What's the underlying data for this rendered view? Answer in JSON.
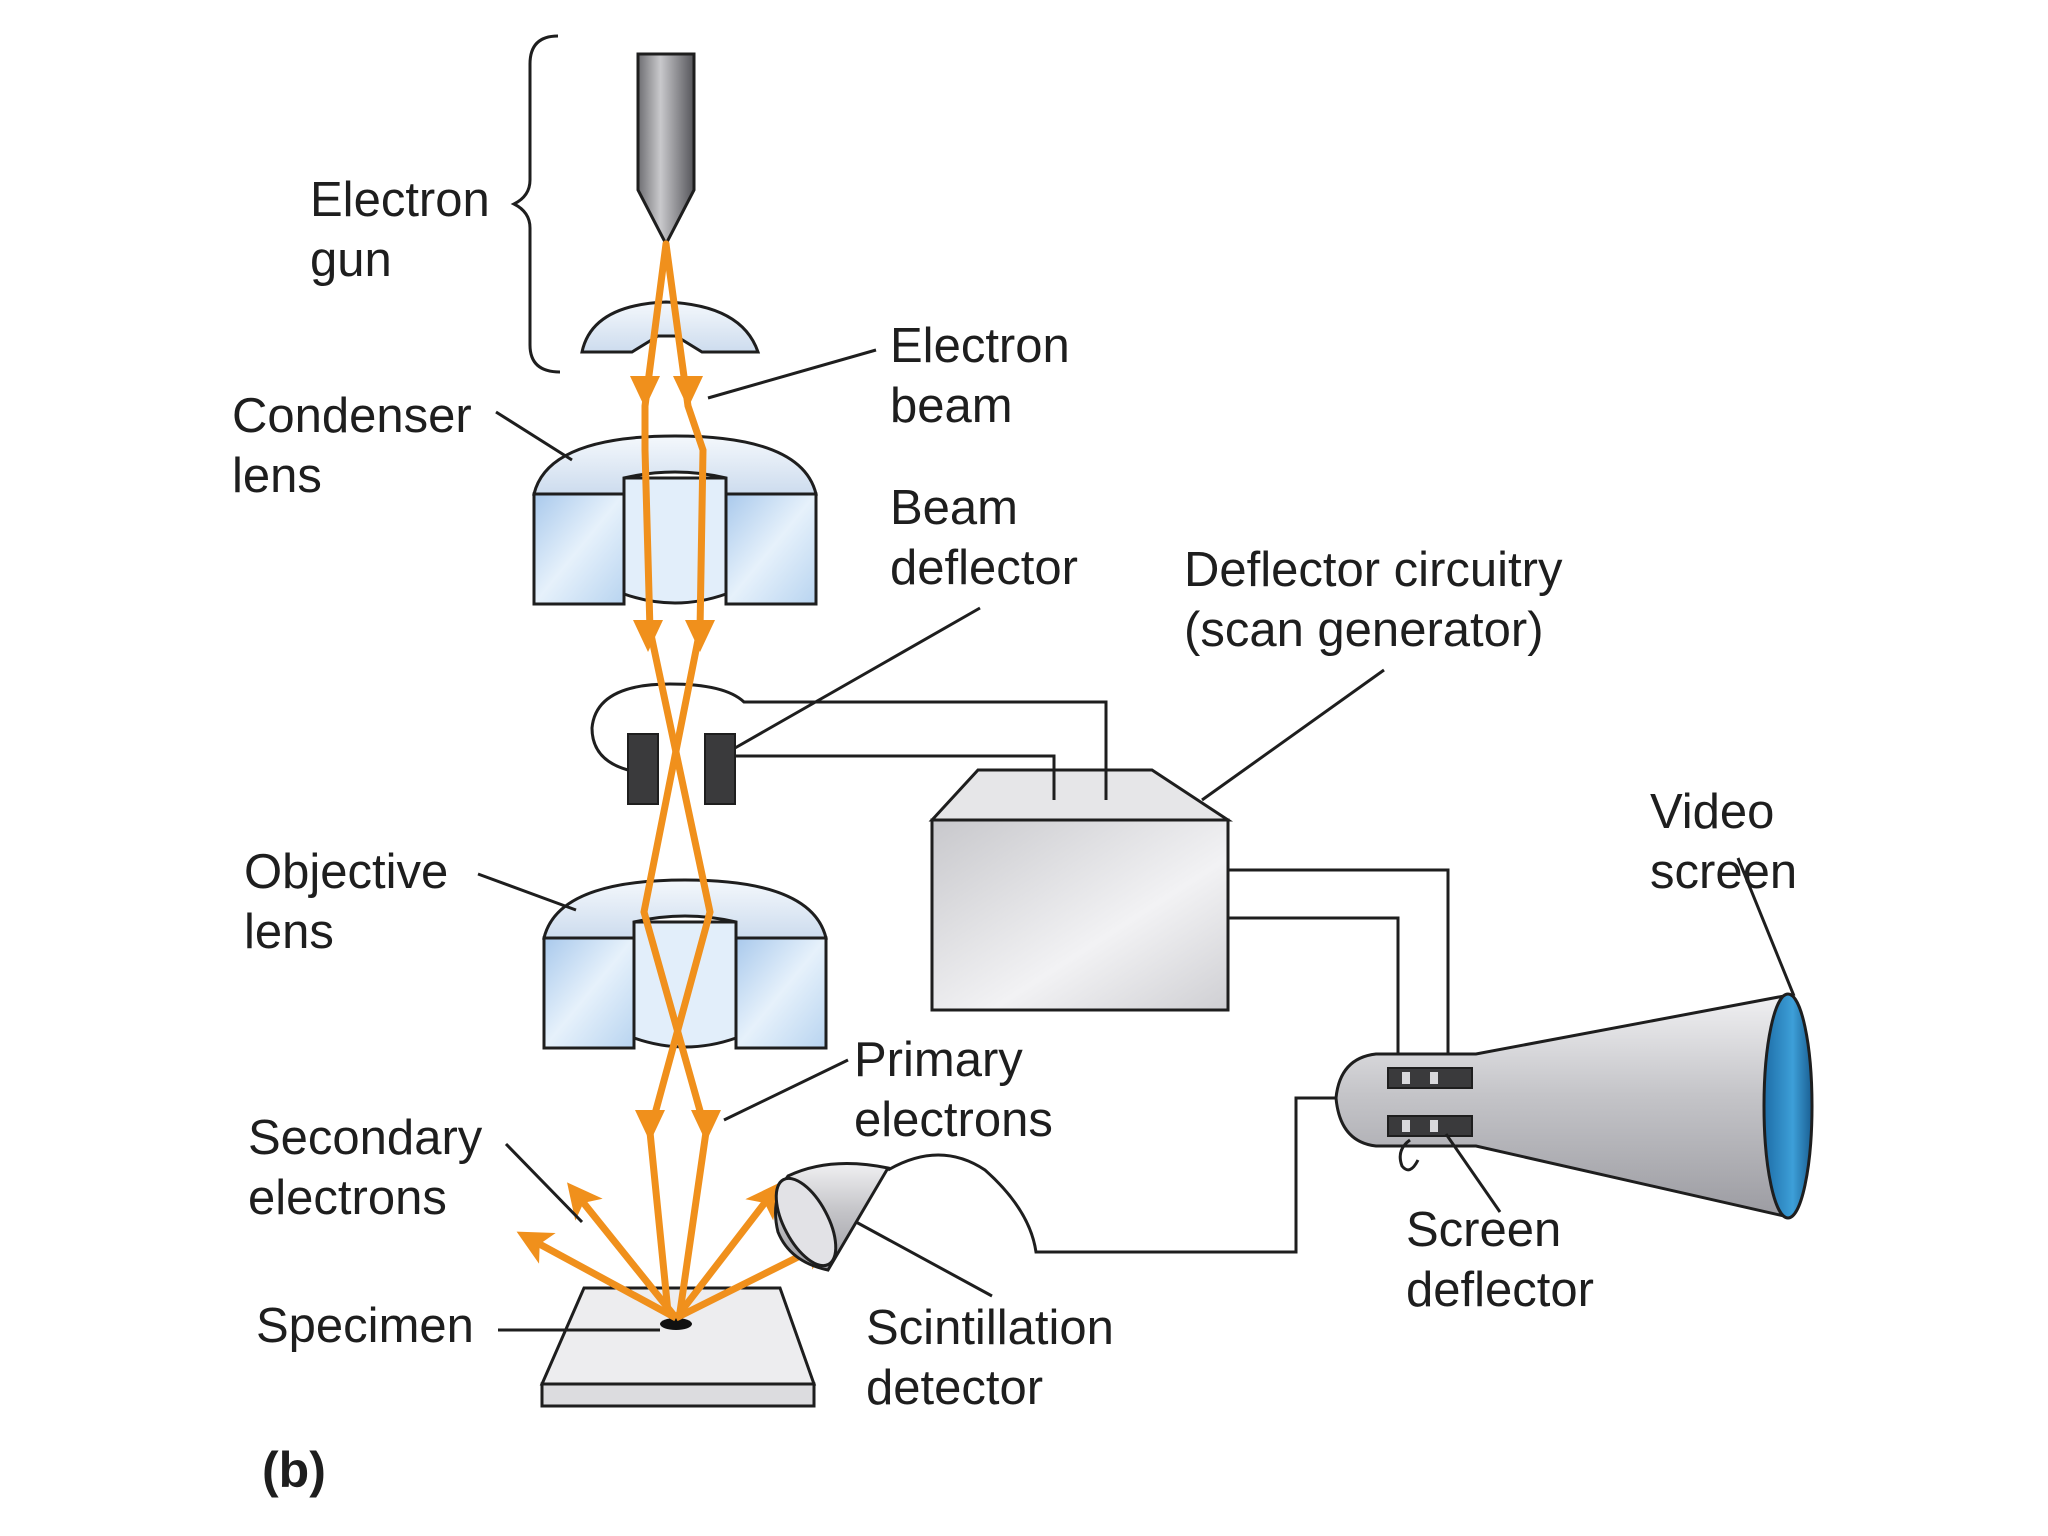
{
  "labels": {
    "electron_gun": [
      "Electron",
      "gun"
    ],
    "electron_beam": [
      "Electron",
      "beam"
    ],
    "condenser_lens": [
      "Condenser",
      "lens"
    ],
    "beam_deflector": [
      "Beam",
      "deflector"
    ],
    "deflector_circuitry": [
      "Deflector circuitry",
      "(scan generator)"
    ],
    "objective_lens": [
      "Objective",
      "lens"
    ],
    "video_screen": [
      "Video",
      "screen"
    ],
    "primary_electrons": [
      "Primary",
      "electrons"
    ],
    "secondary_electrons": [
      "Secondary",
      "electrons"
    ],
    "specimen": "Specimen",
    "scintillation_detector": [
      "Scintillation",
      "detector"
    ],
    "screen_deflector": [
      "Screen",
      "deflector"
    ],
    "panel_letter": "(b)"
  },
  "colors": {
    "beam": "#f0901c",
    "lens_glass": "#cfe3f6",
    "lens_cap": "#e4ecf6",
    "metal": "#b8b8bc",
    "deflector_plate": "#3a3a3c",
    "screen_face": "#2f8fc8",
    "line": "#1e1e1e"
  }
}
